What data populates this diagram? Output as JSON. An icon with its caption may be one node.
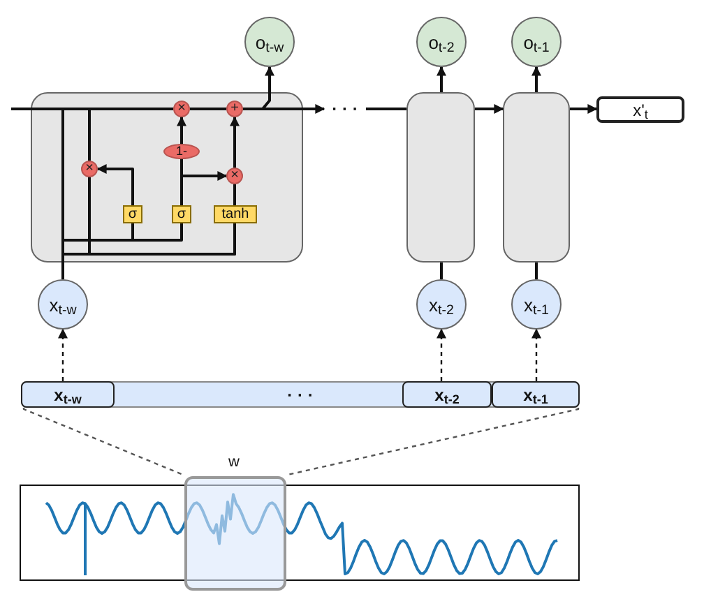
{
  "diagram": {
    "nodes": [
      {
        "text": [],
        "shape": "box"
      },
      {
        "text": [
          "×"
        ],
        "in": 0
      },
      {
        "text": [
          "+"
        ],
        "in": 0
      },
      {
        "text": [
          "1-"
        ],
        "in": 0
      },
      {
        "text": [
          "×"
        ],
        "in": 0
      },
      {
        "text": [
          "×"
        ],
        "in": 0
      },
      {
        "text": [
          "σ"
        ],
        "in": 0
      },
      {
        "text": [
          "σ"
        ],
        "in": 0
      },
      {
        "text": [
          "tanh"
        ],
        "in": 0
      },
      {
        "text": [
          "o$_{t-w}$"
        ]
      },
      {
        "text": [
          "· · ·"
        ]
      },
      {
        "text": [],
        "shape": "box"
      },
      {
        "text": [],
        "shape": "box"
      },
      {
        "text": [
          "o$_{t-2}$"
        ]
      },
      {
        "text": [
          "o$_{t-1}$"
        ]
      },
      {
        "text": [
          "x'$_{t}$"
        ]
      },
      {
        "text": [
          "x$_{t-w}$"
        ]
      },
      {
        "text": [
          "x$_{t-2}$"
        ]
      },
      {
        "text": [
          "x$_{t-1}$"
        ]
      },
      {
        "text": [
          "· · ·"
        ]
      },
      {
        "text": [
          "x$_{t-w}$"
        ],
        "in": 19
      },
      {
        "text": [
          "x$_{t-2}$"
        ],
        "in": 19
      },
      {
        "text": [
          "x$_{t-1}$"
        ],
        "in": 19
      },
      {
        "text": [],
        "shape": "picture"
      },
      {
        "text": [],
        "shape": "box",
        "beside": [
          "w"
        ]
      }
    ],
    "edges": [
      {
        "from": null,
        "to": 1,
        "arrow": "none"
      },
      {
        "from": 1,
        "to": 2,
        "arrow": "none"
      },
      {
        "from": 2,
        "to": 10,
        "arrow": "to"
      },
      {
        "from": 2,
        "to": 9,
        "arrow": "to"
      },
      {
        "from": 3,
        "to": 1,
        "arrow": "to"
      },
      {
        "from": 7,
        "to": 3,
        "arrow": "none"
      },
      {
        "from": 7,
        "to": 5,
        "arrow": "to"
      },
      {
        "from": 6,
        "to": 4,
        "arrow": "to"
      },
      {
        "from": 8,
        "to": 5,
        "arrow": "none"
      },
      {
        "from": 5,
        "to": 2,
        "arrow": "to"
      },
      {
        "from": null,
        "to": 6,
        "arrow": "none"
      },
      {
        "from": 16,
        "to": 7,
        "arrow": "none"
      },
      {
        "from": 4,
        "to": 8,
        "arrow": "none"
      },
      {
        "from": null,
        "to": 4,
        "arrow": "none"
      },
      {
        "from": 16,
        "to": 8,
        "arrow": "none"
      },
      {
        "from": 10,
        "to": 11,
        "arrow": "none"
      },
      {
        "from": 11,
        "to": 12,
        "arrow": "to"
      },
      {
        "from": 12,
        "to": 15,
        "arrow": "to"
      },
      {
        "from": 11,
        "to": 13,
        "arrow": "to"
      },
      {
        "from": 12,
        "to": 14,
        "arrow": "to"
      },
      {
        "from": 17,
        "to": 11,
        "arrow": "none"
      },
      {
        "from": 18,
        "to": 12,
        "arrow": "none"
      },
      {
        "from": 20,
        "to": 16,
        "arrow": "to",
        "style": "dashed"
      },
      {
        "from": 21,
        "to": 17,
        "arrow": "to",
        "style": "dashed"
      },
      {
        "from": 22,
        "to": 18,
        "arrow": "to",
        "style": "dashed"
      },
      {
        "from": 19,
        "to": 24,
        "arrow": "none",
        "style": "dashed",
        "color": "#555555"
      },
      {
        "from": 19,
        "to": 24,
        "arrow": "none",
        "style": "dashed",
        "color": "#555555"
      }
    ]
  }
}
